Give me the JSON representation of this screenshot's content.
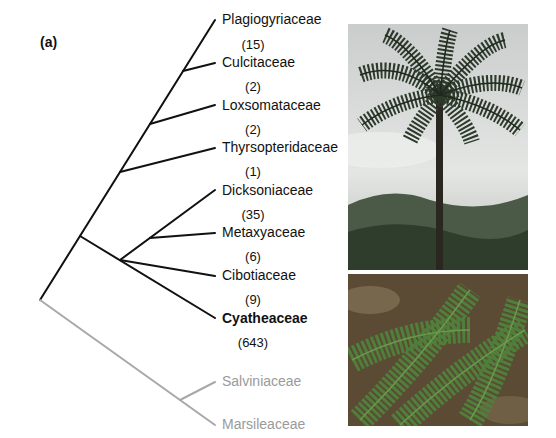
{
  "diagram": {
    "labels": [
      "(a)",
      "Plagiogyriaceae",
      "(15)",
      "Culcitaceae",
      "(2)",
      "Loxsomataceae",
      "(2)",
      "Thyrsopteridaceae",
      "(1)",
      "Dicksoniaceae",
      "(35)",
      "Metaxyaceae",
      "(6)",
      "Cibotiaceae",
      "(9)",
      "Cyatheaceae",
      "(643)",
      "Salviniaceae",
      "Marsileaceae"
    ]
  }
}
